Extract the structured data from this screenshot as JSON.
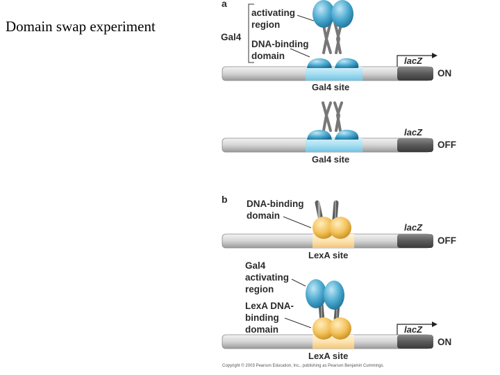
{
  "title": "Domain swap experiment",
  "panel_a": {
    "letter": "a",
    "gal4_label": "Gal4",
    "activating_1": "activating",
    "activating_2": "region",
    "dbd_1": "DNA-binding",
    "dbd_2": "domain",
    "row1": {
      "site": "Gal4 site",
      "gene": "lacZ",
      "state": "ON"
    },
    "row2": {
      "site": "Gal4 site",
      "gene": "lacZ",
      "state": "OFF"
    }
  },
  "panel_b": {
    "letter": "b",
    "dbd_1": "DNA-binding",
    "dbd_2": "domain",
    "row3": {
      "site": "LexA site",
      "gene": "lacZ",
      "state": "OFF"
    },
    "gal4_1": "Gal4",
    "gal4_2": "activating",
    "gal4_3": "region",
    "lexa_1": "LexA DNA-",
    "lexa_2": "binding",
    "lexa_3": "domain",
    "row4": {
      "site": "LexA site",
      "gene": "lacZ",
      "state": "ON"
    }
  },
  "copyright": "Copyright © 2003 Pearson Education, Inc., publishing as Pearson Benjamin Cummings.",
  "colors": {
    "gal4_blue": "#4aa9cf",
    "gal4_site": "#a8dff2",
    "lexa_orange": "#f4c25a",
    "lexa_site": "#fde3b0",
    "dna_gray": "#d7d7d7",
    "lacz_dark": "#5f5f5f"
  }
}
